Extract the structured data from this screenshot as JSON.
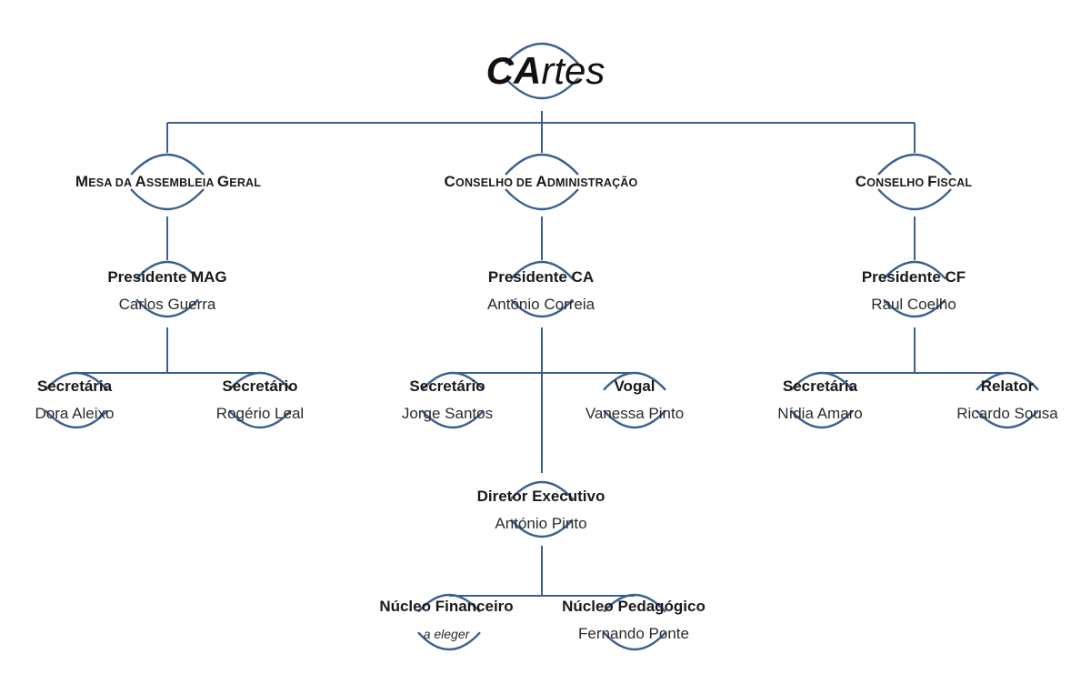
{
  "root": {
    "title_bold": "CA",
    "title_rest": "rtes"
  },
  "bodies": [
    {
      "key": "mag",
      "name_parts": [
        [
          "M",
          "big"
        ],
        [
          "ESA DA ",
          "small"
        ],
        [
          "A",
          "big"
        ],
        [
          "SSEMBLEIA ",
          "small"
        ],
        [
          "G",
          "big"
        ],
        [
          "ERAL",
          "small"
        ]
      ],
      "president": {
        "role": "Presidente MAG",
        "name": "Carlos Guerra"
      },
      "members": [
        {
          "role": "Secretária",
          "name": "Dora Aleixo"
        },
        {
          "role": "Secretário",
          "name": "Rogério Leal"
        }
      ]
    },
    {
      "key": "ca",
      "name_parts": [
        [
          "C",
          "big"
        ],
        [
          "ONSELHO DE ",
          "small"
        ],
        [
          "A",
          "big"
        ],
        [
          "DMINISTRAÇÃO",
          "small"
        ]
      ],
      "president": {
        "role": "Presidente CA",
        "name": "António Correia"
      },
      "members": [
        {
          "role": "Secretário",
          "name": "Jorge Santos"
        },
        {
          "role": "Vogal",
          "name": "Vanessa Pinto"
        }
      ],
      "director": {
        "role": "Diretor Executivo",
        "name": "António Pinto"
      },
      "nucleos": [
        {
          "role": "Núcleo Financeiro",
          "name": "a eleger"
        },
        {
          "role": "Núcleo Pedagógico",
          "name": "Fernando Ponte"
        }
      ]
    },
    {
      "key": "cf",
      "name_parts": [
        [
          "C",
          "big"
        ],
        [
          "ONSELHO ",
          "small"
        ],
        [
          "F",
          "big"
        ],
        [
          "ISCAL",
          "small"
        ]
      ],
      "president": {
        "role": "Presidente CF",
        "name": "Raul Coelho"
      },
      "members": [
        {
          "role": "Secretária",
          "name": "Nídia Amaro"
        },
        {
          "role": "Relator",
          "name": "Ricardo Sousa"
        }
      ]
    }
  ],
  "colors": {
    "line": "#3b5f8f",
    "arc": "#3b5f8f",
    "text": "#1a1a1a"
  }
}
